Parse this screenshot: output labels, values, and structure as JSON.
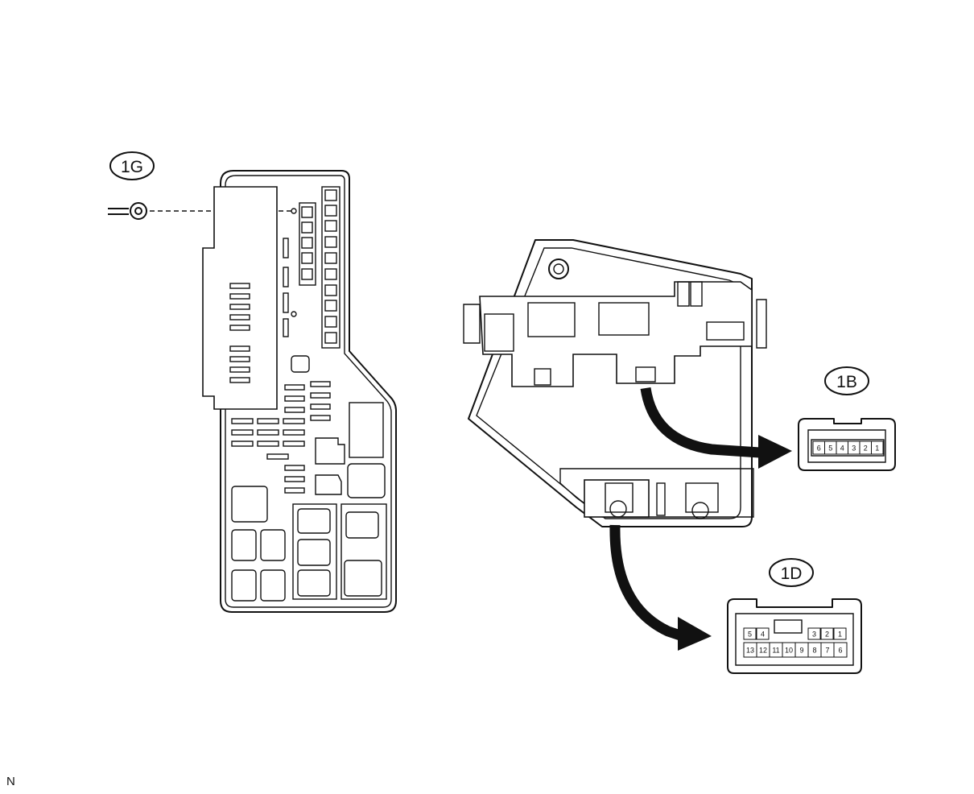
{
  "callouts": {
    "fuse_block": "1G",
    "connector_b": "1B",
    "connector_d": "1D"
  },
  "connector_b_pins": [
    "6",
    "5",
    "4",
    "3",
    "2",
    "1"
  ],
  "connector_d_pins_top": [
    "5",
    "4",
    "3",
    "2",
    "1"
  ],
  "connector_d_pins_bottom": [
    "13",
    "12",
    "11",
    "10",
    "9",
    "8",
    "7",
    "6"
  ],
  "footer_code": "N"
}
